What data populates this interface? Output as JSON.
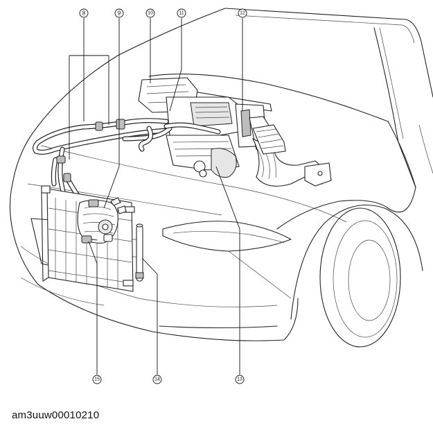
{
  "callouts": [
    {
      "id": "8",
      "label": "⑧"
    },
    {
      "id": "9",
      "label": "⑨"
    },
    {
      "id": "10",
      "label": "⑩"
    },
    {
      "id": "11",
      "label": "⑪"
    },
    {
      "id": "12",
      "label": "⑫"
    },
    {
      "id": "13",
      "label": "⑬"
    },
    {
      "id": "14",
      "label": "⑭"
    },
    {
      "id": "15",
      "label": "⑮"
    }
  ],
  "document_code": "am3uuw00010210"
}
